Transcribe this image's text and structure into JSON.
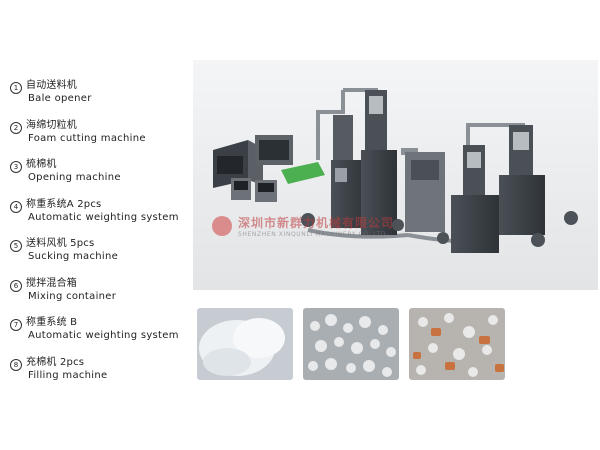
{
  "legend": [
    {
      "num": "1",
      "zh": "自动送料机",
      "en": "Bale opener"
    },
    {
      "num": "2",
      "zh": "海绵切粒机",
      "en": "Foam cutting machine"
    },
    {
      "num": "3",
      "zh": "梳棉机",
      "en": "Opening machine"
    },
    {
      "num": "4",
      "zh": "称重系统A 2pcs",
      "en": "Automatic weighting system"
    },
    {
      "num": "5",
      "zh": "送料风机 5pcs",
      "en": "Sucking machine"
    },
    {
      "num": "6",
      "zh": "搅拌混合箱",
      "en": "Mixing container"
    },
    {
      "num": "7",
      "zh": "称重系统 B",
      "en": "Automatic weighting system"
    },
    {
      "num": "8",
      "zh": "充棉机 2pcs",
      "en": "Filling machine"
    }
  ],
  "watermark": {
    "zh": "深圳市新群力机械有限公司",
    "en": "SHENZHEN XINQUNLI MACHINERY CO.,LTD"
  },
  "colors": {
    "machine_dark": "#3c4248",
    "machine_mid": "#6a7076",
    "duct": "#8a9096",
    "accent_green": "#4caf50",
    "watermark_red": "#d04040"
  }
}
